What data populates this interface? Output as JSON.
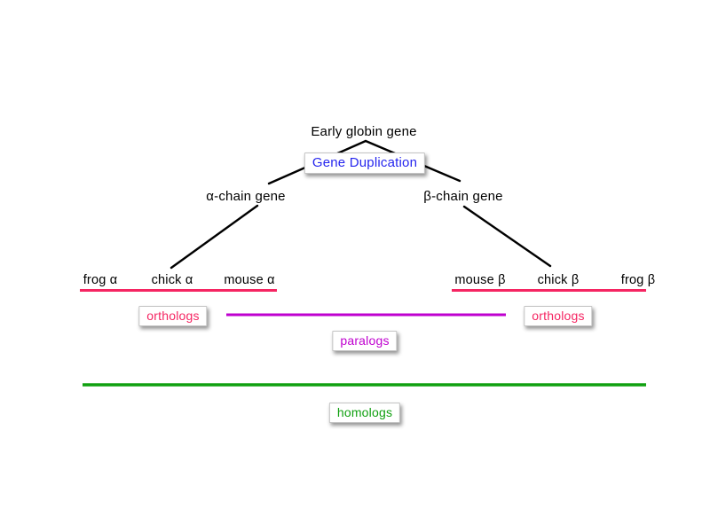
{
  "tree": {
    "root_label": "Early globin gene",
    "event_label": "Gene Duplication",
    "left_branch_label": "α-chain gene",
    "right_branch_label": "β-chain gene"
  },
  "leaves": {
    "alpha": [
      "frog α",
      "chick α",
      "mouse α"
    ],
    "beta": [
      "mouse β",
      "chick β",
      "frog β"
    ]
  },
  "relations": {
    "orthologs_left": "orthologs",
    "orthologs_right": "orthologs",
    "paralogs": "paralogs",
    "homologs": "homologs"
  },
  "colors": {
    "tree_line": "#000000",
    "gene_duplication_text": "#2525EE",
    "orthologs_pink": "#F52562",
    "paralogs_magenta": "#BF00CF",
    "homologs_green": "#10A010",
    "callout_border": "#C4C4C4",
    "background": "#FFFFFF"
  }
}
